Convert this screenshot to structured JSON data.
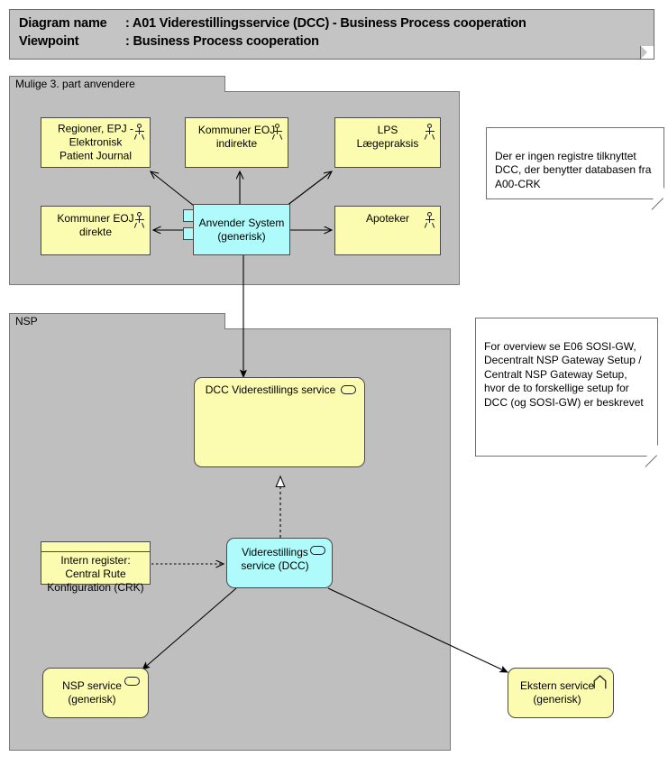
{
  "header": {
    "line1_key": "Diagram name",
    "line1_sep": ": ",
    "line1_value": "A01 Viderestillingsservice (DCC) - Business Process cooperation",
    "line2_key": "Viewpoint",
    "line2_sep": ": ",
    "line2_value": "Business Process cooperation"
  },
  "groups": [
    {
      "id": "group-users",
      "label": "Mulige 3. part anvendere"
    },
    {
      "id": "group-nsp",
      "label": "NSP"
    }
  ],
  "nodes": {
    "regioner": {
      "label": "Regioner, EPJ -\nElektronisk\nPatient Journal",
      "icon": "actor-icon",
      "color": "#fcfcb0",
      "shape": "rect"
    },
    "kommuner_ind": {
      "label": "Kommuner EOJ\nindirekte",
      "icon": "actor-icon",
      "color": "#fcfcb0",
      "shape": "rect"
    },
    "lps": {
      "label": "LPS\nLægepraksis",
      "icon": "actor-icon",
      "color": "#fcfcb0",
      "shape": "rect"
    },
    "kommuner_dir": {
      "label": "Kommuner EOJ\ndirekte",
      "icon": "actor-icon",
      "color": "#fcfcb0",
      "shape": "rect"
    },
    "apoteker": {
      "label": "Apoteker",
      "icon": "actor-icon",
      "color": "#fcfcb0",
      "shape": "rect"
    },
    "anvender": {
      "label": "Anvender System\n(generisk)",
      "icon": "component-icon",
      "color": "#affafa",
      "shape": "rect"
    },
    "dcc_service": {
      "label": "DCC Viderestillings service",
      "icon": "service-icon",
      "color": "#fcfcb0",
      "shape": "rounded"
    },
    "vid_service": {
      "label": "Viderestillings\nservice (DCC)",
      "icon": "service-icon",
      "color": "#affafa",
      "shape": "rounded"
    },
    "intern_reg": {
      "label": "Intern register:\nCentral Rute\nKonfiguration (CRK)",
      "icon": "data-object-icon",
      "color": "#fcfcb0",
      "shape": "data"
    },
    "nsp_service": {
      "label": "NSP service\n(generisk)",
      "icon": "service-icon",
      "color": "#fcfcb0",
      "shape": "rounded"
    },
    "ekstern": {
      "label": "Ekstern service\n(generisk)",
      "icon": "external-service-icon",
      "color": "#fcfcb0",
      "shape": "rounded"
    }
  },
  "notes": [
    {
      "id": "note-crk",
      "text": "Der er ingen registre tilknyttet DCC, der benytter databasen fra A00-CRK"
    },
    {
      "id": "note-sosi",
      "text": "For overview se E06 SOSI-GW, Decentralt NSP Gateway Setup / Centralt NSP Gateway Setup, hvor de to forskellige setup for DCC (og SOSI-GW) er beskrevet"
    }
  ],
  "colors": {
    "group_fill": "#bfbfbf",
    "header_fill": "#c4c4c4",
    "yellow_fill": "#fcfcb0",
    "cyan_fill": "#affafa",
    "note_fill": "#ffffff",
    "line": "#000000",
    "border": "#4a4a4a"
  },
  "connections": [
    {
      "from": "anvender",
      "to": "regioner",
      "style": "solid",
      "arrow": "open"
    },
    {
      "from": "anvender",
      "to": "kommuner_ind",
      "style": "solid",
      "arrow": "open"
    },
    {
      "from": "anvender",
      "to": "lps",
      "style": "solid",
      "arrow": "open"
    },
    {
      "from": "anvender",
      "to": "kommuner_dir",
      "style": "solid",
      "arrow": "open"
    },
    {
      "from": "anvender",
      "to": "apoteker",
      "style": "solid",
      "arrow": "open"
    },
    {
      "from": "anvender",
      "to": "dcc_service",
      "style": "solid",
      "arrow": "filled"
    },
    {
      "from": "vid_service",
      "to": "dcc_service",
      "style": "dashed",
      "arrow": "hollow-triangle"
    },
    {
      "from": "intern_reg",
      "to": "vid_service",
      "style": "dotted",
      "arrow": "open"
    },
    {
      "from": "vid_service",
      "to": "nsp_service",
      "style": "solid",
      "arrow": "filled"
    },
    {
      "from": "vid_service",
      "to": "ekstern",
      "style": "solid",
      "arrow": "filled"
    }
  ]
}
